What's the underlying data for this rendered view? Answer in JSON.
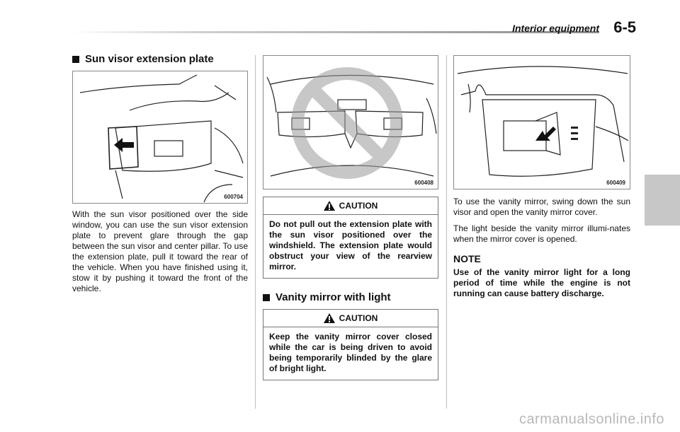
{
  "header": {
    "section_label": "Interior equipment",
    "page_number": "6-5"
  },
  "col1": {
    "title": "Sun visor extension plate",
    "figure_code": "600704",
    "body": "With the sun visor positioned over the side window, you can use the sun visor extension plate to prevent glare through the gap between the sun visor and center pillar. To use the extension plate, pull it toward the rear of the vehicle. When you have finished using it, stow it by pushing it toward the front of the vehicle."
  },
  "col2": {
    "figure_code": "600408",
    "caution1": {
      "label": "CAUTION",
      "text": "Do not pull out the extension plate with the sun visor positioned over the windshield. The extension plate would obstruct your view of the rearview mirror."
    },
    "title": "Vanity mirror with light",
    "caution2": {
      "label": "CAUTION",
      "text": "Keep the vanity mirror cover closed while the car is being driven to avoid being temporarily blinded by the glare of bright light."
    }
  },
  "col3": {
    "figure_code": "600409",
    "para1": "To use the vanity mirror, swing down the sun visor and open the vanity mirror cover.",
    "para2": "The light beside the vanity mirror illumi-nates when the mirror cover is opened.",
    "note_label": "NOTE",
    "note_text": "Use of the vanity mirror light for a long period of time while the engine is not running can cause battery discharge."
  },
  "watermark": "carmanualsonline.info",
  "icons": {
    "section_marker": "square-bullet-icon",
    "warning": "warning-triangle-icon",
    "prohibited": "prohibited-icon"
  },
  "colors": {
    "side_tab": "#c7c7c7",
    "prohibited_overlay": "#9a9a9a"
  }
}
